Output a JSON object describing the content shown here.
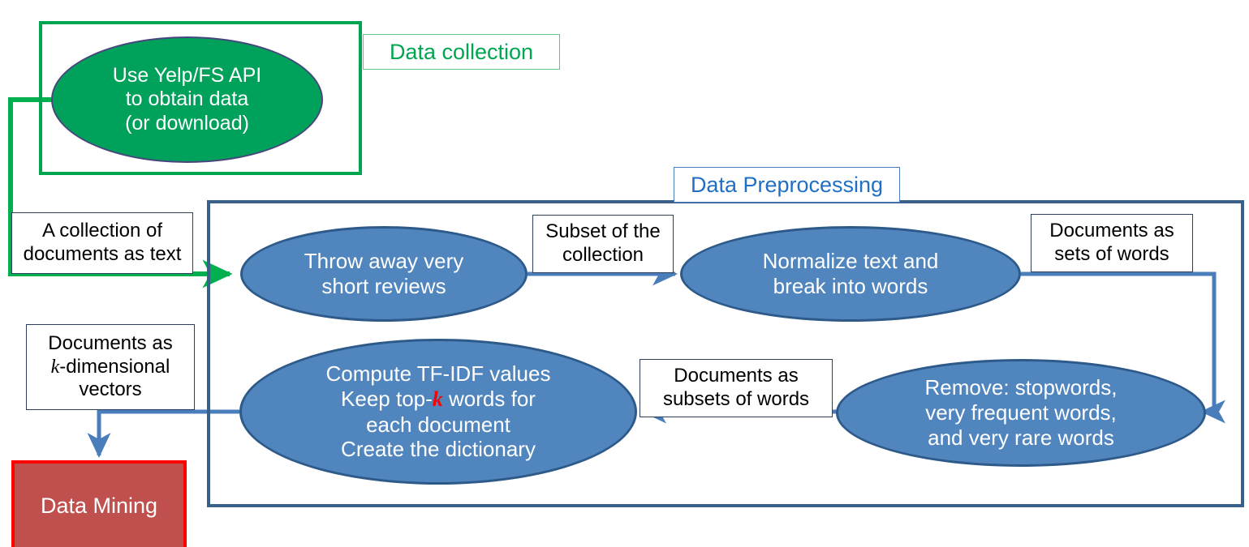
{
  "diagram": {
    "title": "Text data pipeline: data collection and data preprocessing",
    "colors": {
      "green_group": "#00A550",
      "green_node": "#00A15A",
      "blue_group": "#3A5F8A",
      "blue_node": "#5085BE",
      "blue_label_text": "#1F6FC4",
      "red_node_fill": "#C0504D",
      "red_node_border": "#FF0000",
      "arrow_blue": "#4A7EBB",
      "arrow_green": "#00B050",
      "node_text": "#FFFFFF",
      "label_text": "#000000"
    }
  },
  "groups": {
    "data_collection": {
      "title": "Data collection"
    },
    "data_preprocessing": {
      "title": "Data Preprocessing"
    }
  },
  "nodes": {
    "obtain_data": {
      "label": "Use Yelp/FS API\nto obtain data\n(or download)"
    },
    "throw_away": {
      "label": "Throw away very\nshort reviews"
    },
    "normalize": {
      "label": "Normalize text and\nbreak into words"
    },
    "remove": {
      "label": "Remove: stopwords,\nvery frequent words,\nand very rare words"
    },
    "tfidf": {
      "line1": "Compute TF-IDF values",
      "line2_pre": "Keep top-",
      "line2_k": "k",
      "line2_post": " words for",
      "line3": "each document",
      "line4": "Create the dictionary"
    },
    "data_mining": {
      "label": "Data Mining"
    }
  },
  "edge_labels": {
    "collection_of_documents": {
      "text": "A collection of\ndocuments as text"
    },
    "subset_of_collection": {
      "text": "Subset of the\ncollection"
    },
    "documents_as_sets": {
      "text": "Documents as\nsets of words"
    },
    "documents_as_subsets": {
      "text": "Documents as\nsubsets of words"
    },
    "documents_as_vectors": {
      "line1": "Documents as",
      "line2_k": "k",
      "line2_post": "-dimensional",
      "line3": "vectors"
    }
  }
}
